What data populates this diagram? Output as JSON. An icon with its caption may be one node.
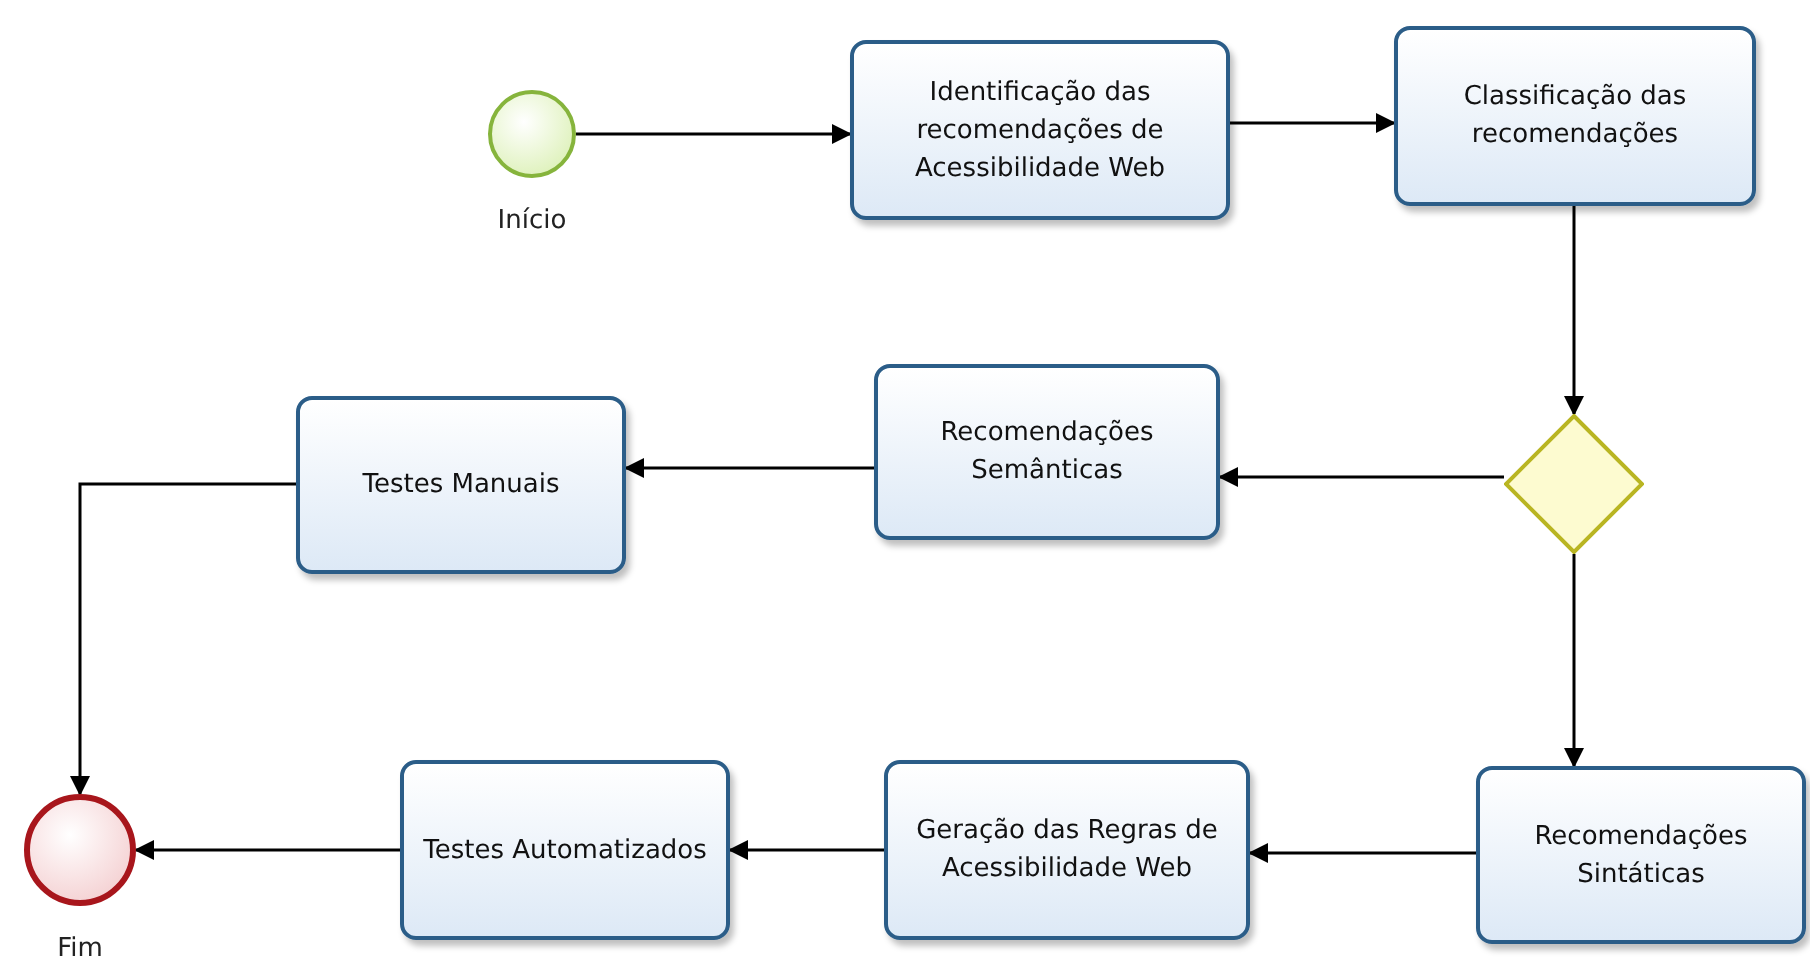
{
  "diagram": {
    "nodes": [
      {
        "text": [],
        "shape": "circle",
        "beside": [
          "Início"
        ]
      },
      {
        "text": [
          "Identificação das recomendações de Acessibilidade Web"
        ]
      },
      {
        "text": [
          "Classificação das recomendações"
        ]
      },
      {
        "text": [],
        "shape": "diamond"
      },
      {
        "text": [
          "Recomendações Semânticas"
        ]
      },
      {
        "text": [
          "Testes Manuais"
        ]
      },
      {
        "text": [
          "Recomendações Sintáticas"
        ]
      },
      {
        "text": [
          "Geração das Regras de Acessibilidade Web"
        ]
      },
      {
        "text": [
          "Testes Automatizados"
        ]
      },
      {
        "text": [],
        "shape": "circle",
        "beside": [
          "Fim"
        ]
      }
    ],
    "edges": [
      {
        "from": 0,
        "to": 1,
        "arrow": "to"
      },
      {
        "from": 1,
        "to": 2,
        "arrow": "to"
      },
      {
        "from": 2,
        "to": 3,
        "arrow": "to"
      },
      {
        "from": 3,
        "to": 4,
        "arrow": "to"
      },
      {
        "from": 3,
        "to": 6,
        "arrow": "to"
      },
      {
        "from": 4,
        "to": 5,
        "arrow": "to"
      },
      {
        "from": 5,
        "to": 9,
        "arrow": "to"
      },
      {
        "from": 6,
        "to": 7,
        "arrow": "to"
      },
      {
        "from": 7,
        "to": 8,
        "arrow": "to"
      },
      {
        "from": 8,
        "to": 9,
        "arrow": "to"
      }
    ]
  }
}
